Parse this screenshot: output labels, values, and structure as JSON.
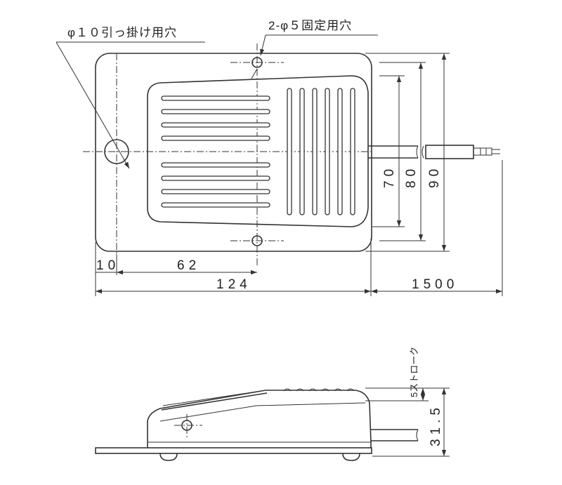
{
  "top_view": {
    "hook_hole_label": "φ１０引っ掛け用穴",
    "fixing_hole_label": "2-φ５固定用穴",
    "dim_10": "10",
    "dim_62": "62",
    "dim_124": "124",
    "dim_1500": "1500",
    "dim_70": "70",
    "dim_80": "80",
    "dim_90": "90"
  },
  "side_view": {
    "stroke_label": "5ストローク",
    "dim_31_5": "31.5"
  }
}
